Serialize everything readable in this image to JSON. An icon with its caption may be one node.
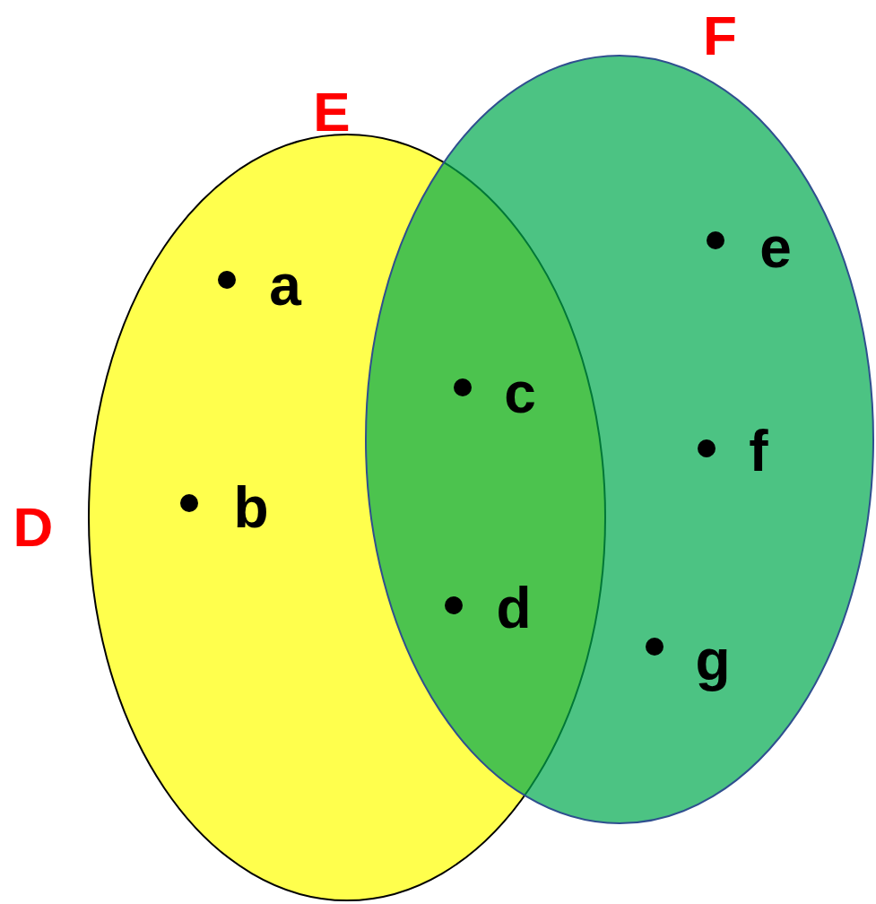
{
  "diagram": {
    "nodes": [
      {
        "text": [
          "E"
        ]
      },
      {
        "text": [
          "F"
        ]
      }
    ],
    "labels": [
      "D",
      "a",
      "b",
      "c",
      "d",
      "e",
      "f",
      "g"
    ]
  }
}
